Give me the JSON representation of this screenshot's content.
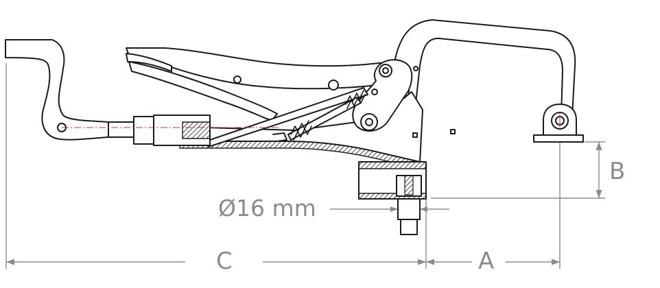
{
  "diagram": {
    "subject": "locking-plier-drill-press-clamp",
    "labels": {
      "a": "A",
      "b": "B",
      "c": "C",
      "diameter": "Ø16 mm"
    },
    "colors": {
      "outline": "#1a1a1a",
      "dimension": "#8a8b8e",
      "centerline": "#c0392b",
      "fill": "#ffffff"
    }
  }
}
